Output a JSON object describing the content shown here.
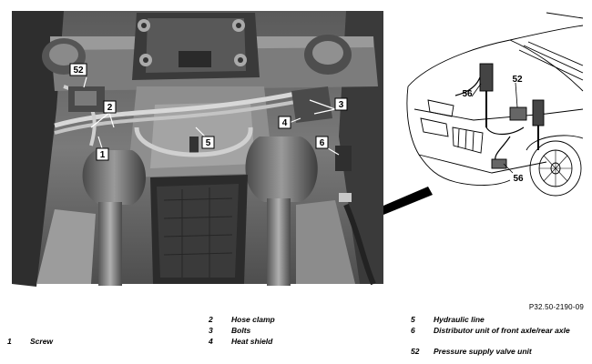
{
  "figure_ref": "P32.50-2190-09",
  "photo_callouts": [
    "1",
    "2",
    "3",
    "4",
    "5",
    "6",
    "52"
  ],
  "inset_callouts": [
    "52",
    "56",
    "56"
  ],
  "legend": [
    {
      "num": "1",
      "text": "Screw"
    },
    {
      "num": "2",
      "text": "Hose clamp"
    },
    {
      "num": "3",
      "text": "Bolts"
    },
    {
      "num": "4",
      "text": "Heat shield"
    },
    {
      "num": "5",
      "text": "Hydraulic line"
    },
    {
      "num": "6",
      "text": "Distributor unit of front axle/rear axle"
    },
    {
      "num": "52",
      "text": "Pressure supply valve unit"
    }
  ],
  "colors": {
    "photo_dark": "#2a2a2a",
    "photo_mid": "#6e6e6e",
    "photo_light": "#a8a8a8",
    "line": "#000000"
  }
}
